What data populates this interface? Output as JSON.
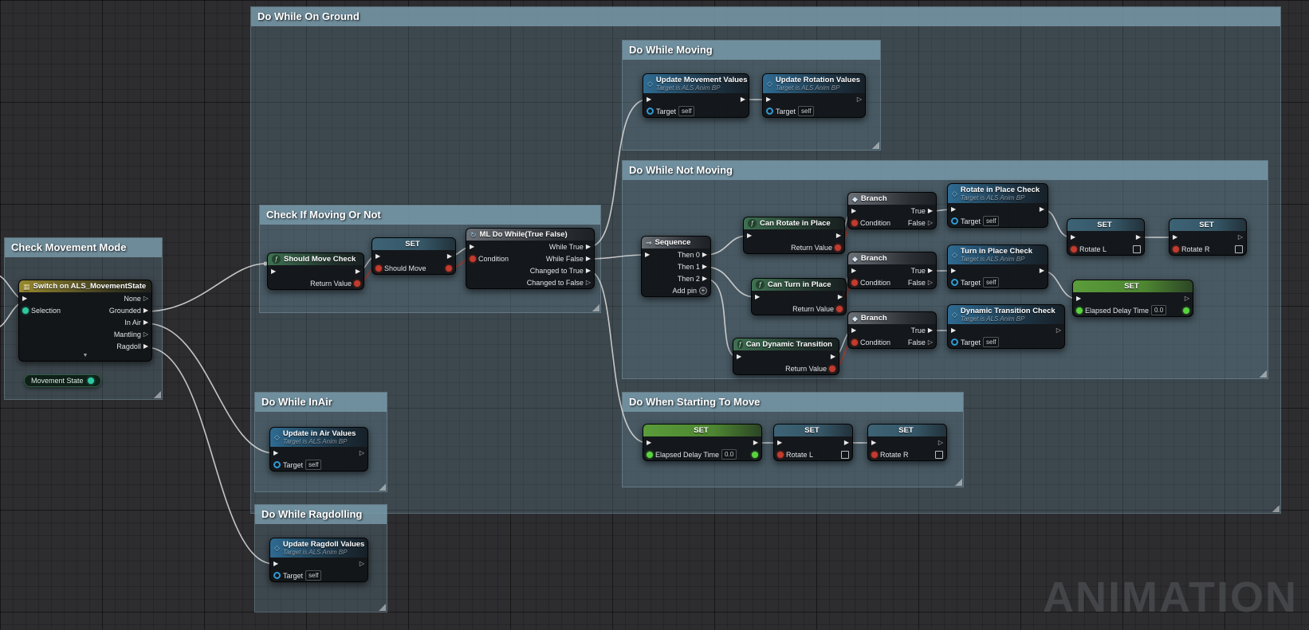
{
  "watermark": "ANIMATION",
  "icons": {
    "exec_filled": "▶",
    "exec_hollow": "▷",
    "function_f": "ƒ",
    "macro_loop": "↻",
    "switch_grid": "▦",
    "sequence_arrow": "⇒",
    "branch_split": "◆",
    "call_diamond": "◇",
    "add_pin_plus": "+",
    "collapse_arrow": "▼"
  },
  "common": {
    "set": "SET",
    "branch": "Branch",
    "condition": "Condition",
    "true_label": "True",
    "false_label": "False",
    "return_value": "Return Value",
    "target": "Target",
    "self_value": "self",
    "target_subtitle": "Target is ALS Anim BP",
    "elapsed_delay_time": "Elapsed Delay Time",
    "elapsed_value": "0.0",
    "rotate_l": "Rotate L",
    "rotate_r": "Rotate R"
  },
  "comments": {
    "on_ground": "Do While On Ground",
    "moving": "Do While Moving",
    "not_moving": "Do While Not Moving",
    "check_moving": "Check If Moving Or Not",
    "movement_mode": "Check Movement Mode",
    "in_air": "Do While InAir",
    "starting_move": "Do When Starting To Move",
    "ragdolling": "Do While Ragdolling"
  },
  "nodes": {
    "switch": {
      "title": "Switch on ALS_MovementState",
      "selection": "Selection",
      "outputs": [
        "None",
        "Grounded",
        "In Air",
        "Mantling",
        "Ragdoll"
      ],
      "variable": "Movement State"
    },
    "should_move_check": {
      "title": "Should Move Check"
    },
    "set_should_move": {
      "field": "Should Move"
    },
    "ml_do_while": {
      "title": "ML Do While(True False)",
      "outputs": [
        "While True",
        "While False",
        "Changed to True",
        "Changed to False"
      ]
    },
    "sequence": {
      "title": "Sequence",
      "outputs": [
        "Then 0",
        "Then 1",
        "Then 2"
      ],
      "add_pin": "Add pin"
    },
    "can_rotate": {
      "title": "Can Rotate in Place"
    },
    "can_turn": {
      "title": "Can Turn in Place"
    },
    "can_dynamic": {
      "title": "Can Dynamic Transition"
    },
    "rotate_check": {
      "title": "Rotate in Place Check"
    },
    "turn_check": {
      "title": "Turn in Place Check"
    },
    "dynamic_check": {
      "title": "Dynamic Transition Check"
    },
    "update_movement": {
      "title": "Update Movement Values"
    },
    "update_rotation": {
      "title": "Update Rotation Values"
    },
    "update_in_air": {
      "title": "Update in Air Values"
    },
    "update_ragdoll": {
      "title": "Update Ragdoll Values"
    }
  }
}
